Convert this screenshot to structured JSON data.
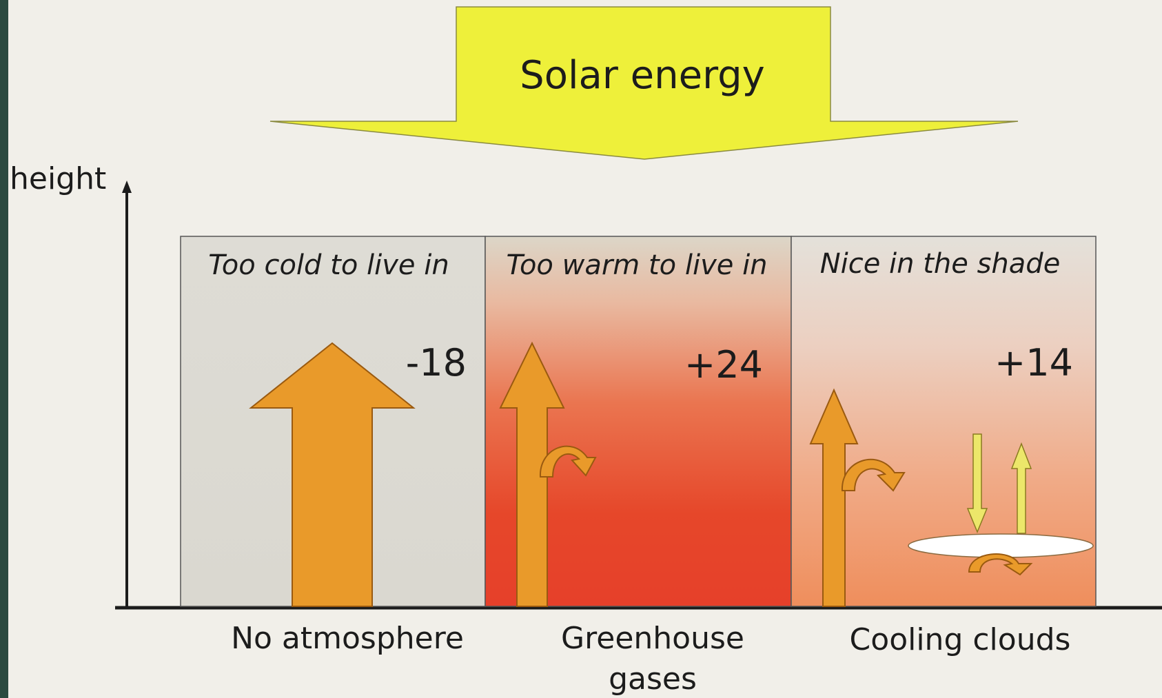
{
  "diagram": {
    "banner": {
      "label": "Solar energy"
    },
    "axis": {
      "label": "height"
    },
    "panels": [
      {
        "caption": "Too cold to live in",
        "value": "-18",
        "bottom_label_line1": "No atmosphere",
        "bottom_label_line2": "",
        "background": "#dcdbd4"
      },
      {
        "caption": "Too warm to live in",
        "value": "+24",
        "bottom_label_line1": "Greenhouse",
        "bottom_label_line2": "gases",
        "background": "#e8502e"
      },
      {
        "caption": "Nice in the shade",
        "value": "+14",
        "bottom_label_line1": "Cooling clouds",
        "bottom_label_line2": "",
        "background": "#ef9a6f"
      }
    ],
    "colors": {
      "banner_fill": "#eef03a",
      "arrow_fill": "#e99a2a",
      "arrow_stroke": "#9a5a10",
      "thin_arrow_fill": "#ece76a",
      "cloud_fill": "#ffffff"
    },
    "icons": [
      "up-arrow",
      "curved-return-arrow",
      "cloud-disc",
      "down-arrow"
    ]
  }
}
